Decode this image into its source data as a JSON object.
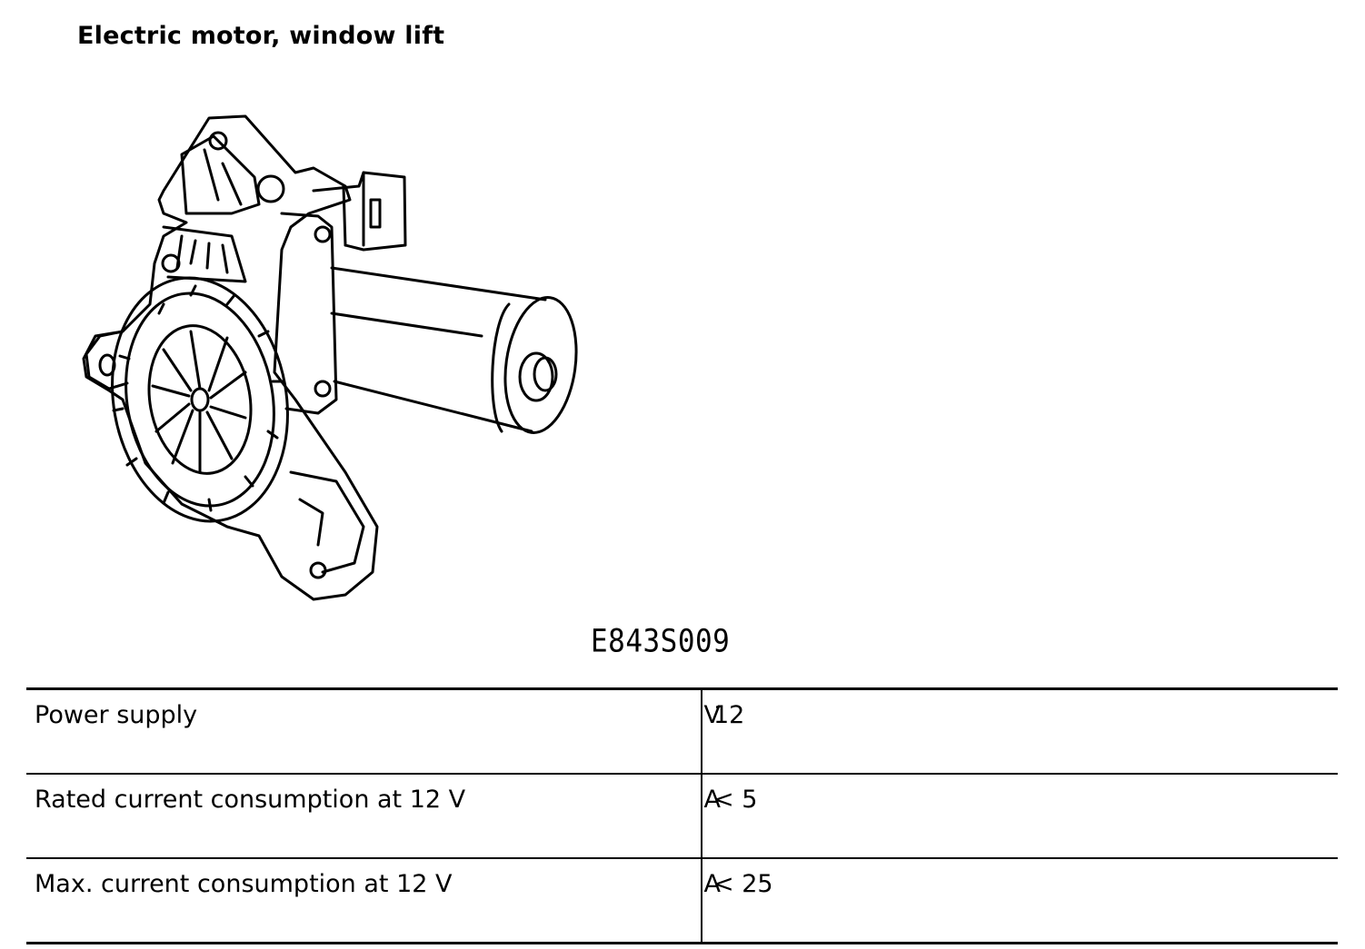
{
  "title": "Electric motor, window lift",
  "figure": {
    "code": "E843S009",
    "icon": "window-lift-motor-illustration"
  },
  "spec_table": {
    "rows": [
      {
        "label": "Power supply",
        "unit": "V",
        "value": "12"
      },
      {
        "label": "Rated current consumption at 12 V",
        "unit": "A",
        "value": "< 5"
      },
      {
        "label": "Max. current consumption at 12 V",
        "unit": "A",
        "value": "< 25"
      }
    ]
  }
}
